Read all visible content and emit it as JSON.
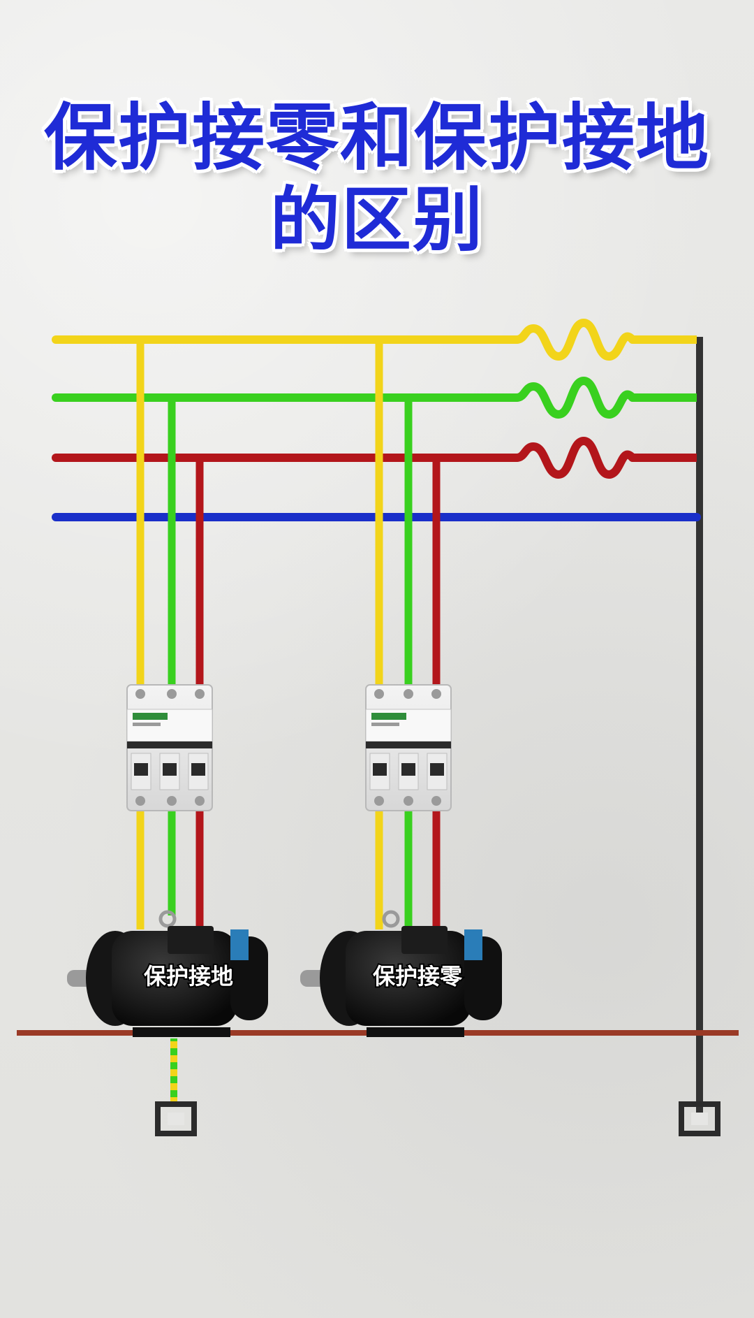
{
  "title": {
    "line1": "保护接零和保护接地",
    "line2": "的区别"
  },
  "colors": {
    "title_blue": "#1f2bd6",
    "phase_yellow": "#f2d41a",
    "phase_green": "#39d01f",
    "phase_red": "#b3161b",
    "neutral_blue": "#1a2fc9",
    "ground_bar_brown": "#9a3a26",
    "ground_wire": "#333333"
  },
  "motors": [
    {
      "label": "保护接地"
    },
    {
      "label": "保护接零"
    }
  ],
  "icons": [
    "transformer-coil-icon",
    "breaker-icon",
    "motor-icon",
    "ground-electrode-icon"
  ]
}
